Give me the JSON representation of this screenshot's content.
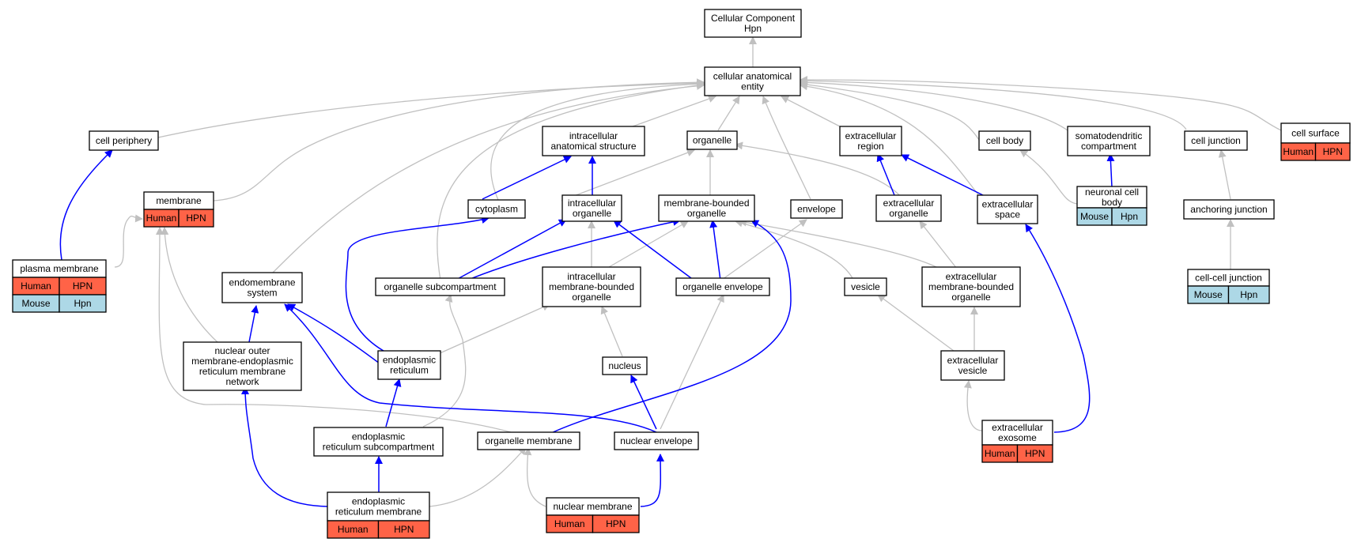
{
  "colors": {
    "is_a_edge": "#c0c0c0",
    "part_of_edge": "#0000ff",
    "human_tag": "#ff6347",
    "mouse_tag": "#add8e6"
  },
  "nodes": {
    "root": {
      "lines": [
        "Cellular Component",
        "Hpn"
      ]
    },
    "cae": {
      "lines": [
        "cellular anatomical",
        "entity"
      ]
    },
    "cell_periphery": {
      "lines": [
        "cell periphery"
      ]
    },
    "intracellular_as": {
      "lines": [
        "intracellular",
        "anatomical structure"
      ]
    },
    "organelle": {
      "lines": [
        "organelle"
      ]
    },
    "extracellular_region": {
      "lines": [
        "extracellular",
        "region"
      ]
    },
    "cell_body": {
      "lines": [
        "cell body"
      ]
    },
    "somatodendritic": {
      "lines": [
        "somatodendritic",
        "compartment"
      ]
    },
    "cell_junction": {
      "lines": [
        "cell junction"
      ]
    },
    "cell_surface": {
      "lines": [
        "cell surface"
      ],
      "tags": [
        [
          "Human",
          "HPN"
        ]
      ]
    },
    "membrane": {
      "lines": [
        "membrane"
      ],
      "tags": [
        [
          "Human",
          "HPN"
        ]
      ]
    },
    "cytoplasm": {
      "lines": [
        "cytoplasm"
      ]
    },
    "intracellular_organelle": {
      "lines": [
        "intracellular",
        "organelle"
      ]
    },
    "membrane_bounded_organelle": {
      "lines": [
        "membrane-bounded",
        "organelle"
      ]
    },
    "envelope": {
      "lines": [
        "envelope"
      ]
    },
    "extracellular_organelle": {
      "lines": [
        "extracellular",
        "organelle"
      ]
    },
    "extracellular_space": {
      "lines": [
        "extracellular",
        "space"
      ]
    },
    "neuronal_cell_body": {
      "lines": [
        "neuronal cell",
        "body"
      ],
      "tags": [
        [
          "Mouse",
          "Hpn"
        ]
      ]
    },
    "anchoring_junction": {
      "lines": [
        "anchoring junction"
      ]
    },
    "plasma_membrane": {
      "lines": [
        "plasma membrane"
      ],
      "tags": [
        [
          "Human",
          "HPN"
        ],
        [
          "Mouse",
          "Hpn"
        ]
      ]
    },
    "endomembrane_system": {
      "lines": [
        "endomembrane",
        "system"
      ]
    },
    "organelle_subcompartment": {
      "lines": [
        "organelle subcompartment"
      ]
    },
    "intracellular_mbo": {
      "lines": [
        "intracellular",
        "membrane-bounded",
        "organelle"
      ]
    },
    "organelle_envelope": {
      "lines": [
        "organelle envelope"
      ]
    },
    "vesicle": {
      "lines": [
        "vesicle"
      ]
    },
    "extracellular_mbo": {
      "lines": [
        "extracellular",
        "membrane-bounded",
        "organelle"
      ]
    },
    "cell_cell_junction": {
      "lines": [
        "cell-cell junction"
      ],
      "tags": [
        [
          "Mouse",
          "Hpn"
        ]
      ]
    },
    "nuclear_outer": {
      "lines": [
        "nuclear outer",
        "membrane-endoplasmic",
        "reticulum membrane",
        "network"
      ]
    },
    "er": {
      "lines": [
        "endoplasmic",
        "reticulum"
      ]
    },
    "nucleus": {
      "lines": [
        "nucleus"
      ]
    },
    "extracellular_vesicle": {
      "lines": [
        "extracellular",
        "vesicle"
      ]
    },
    "er_subcompartment": {
      "lines": [
        "endoplasmic",
        "reticulum subcompartment"
      ]
    },
    "organelle_membrane": {
      "lines": [
        "organelle membrane"
      ]
    },
    "nuclear_envelope": {
      "lines": [
        "nuclear envelope"
      ]
    },
    "extracellular_exosome": {
      "lines": [
        "extracellular",
        "exosome"
      ],
      "tags": [
        [
          "Human",
          "HPN"
        ]
      ]
    },
    "er_membrane": {
      "lines": [
        "endoplasmic",
        "reticulum membrane"
      ],
      "tags": [
        [
          "Human",
          "HPN"
        ]
      ]
    },
    "nuclear_membrane": {
      "lines": [
        "nuclear membrane"
      ],
      "tags": [
        [
          "Human",
          "HPN"
        ]
      ]
    }
  }
}
